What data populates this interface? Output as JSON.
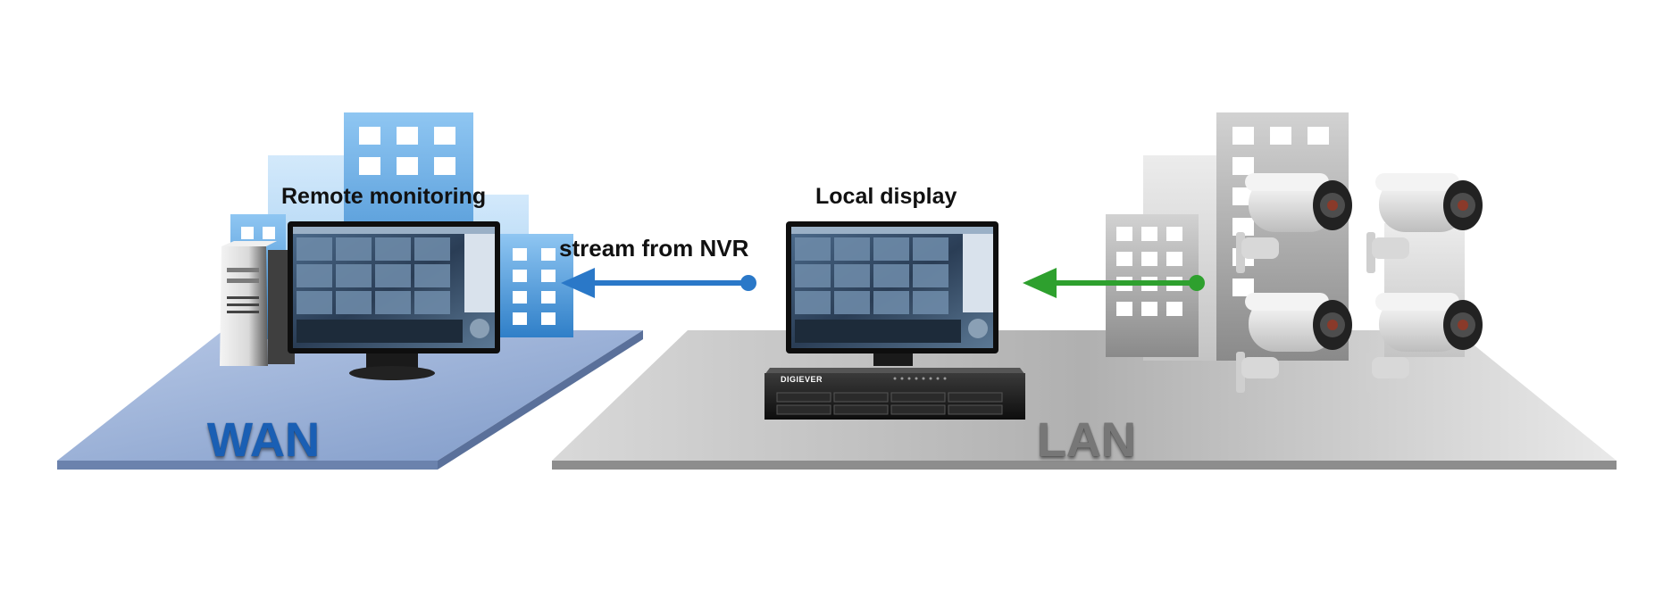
{
  "labels": {
    "remote": "Remote monitoring",
    "local": "Local display",
    "stream": "stream from NVR"
  },
  "zones": {
    "wan": "WAN",
    "lan": "LAN"
  },
  "device": {
    "brand": "DIGIEVER"
  },
  "colors": {
    "wan_platform": "#9fb4d6",
    "lan_platform": "#c9c9c9",
    "wan_text": "#1a5fb4",
    "lan_text": "#777777",
    "blue_arrow": "#2a78c8",
    "green_arrow": "#2ea02e",
    "blue_buildings": "#7fb6e6",
    "gray_buildings": "#b5b5b5"
  },
  "icons": {
    "pc": "desktop-tower-icon",
    "monitor": "monitor-icon",
    "nvr": "nvr-recorder-icon",
    "camera": "cctv-camera-icon"
  }
}
